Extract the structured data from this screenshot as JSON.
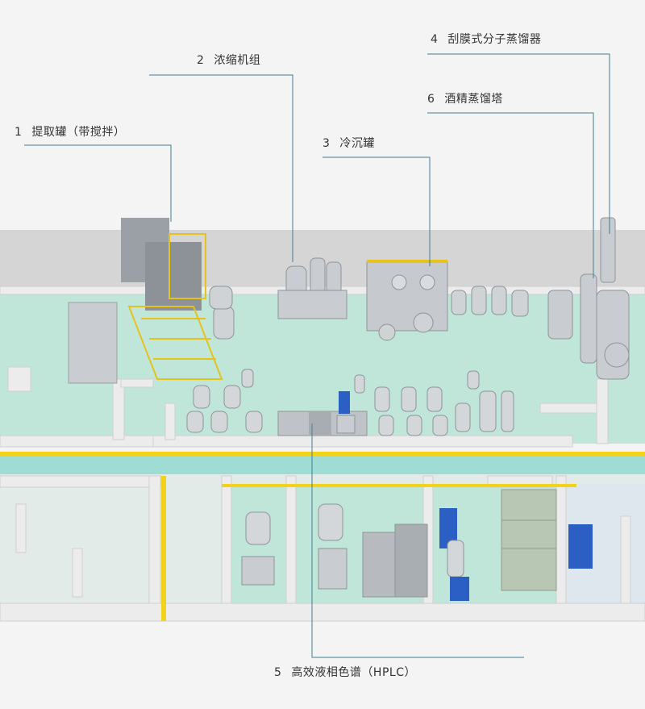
{
  "callouts": [
    {
      "id": "c1",
      "number": "1",
      "label": "提取罐（带搅拌）"
    },
    {
      "id": "c2",
      "number": "2",
      "label": "浓缩机组"
    },
    {
      "id": "c3",
      "number": "3",
      "label": "冷沉罐"
    },
    {
      "id": "c4",
      "number": "4",
      "label": "刮膜式分子蒸馏器"
    },
    {
      "id": "c5",
      "number": "5",
      "label": "高效液相色谱（HPLC）"
    },
    {
      "id": "c6",
      "number": "6",
      "label": "酒精蒸馏塔"
    }
  ],
  "colors": {
    "floor": "#bfe6d8",
    "lower_floor": "#e2ebe8",
    "corridor": "#9fdcd3",
    "wall": "#e9e9e9",
    "back_wall": "#d6d6d6",
    "safety_line": "#f3d21a",
    "pointer_line": "#3e7f93",
    "steel": "#c9ccd0",
    "cabinet_blue": "#2c5fc3",
    "box_green": "#b8c7b4"
  }
}
